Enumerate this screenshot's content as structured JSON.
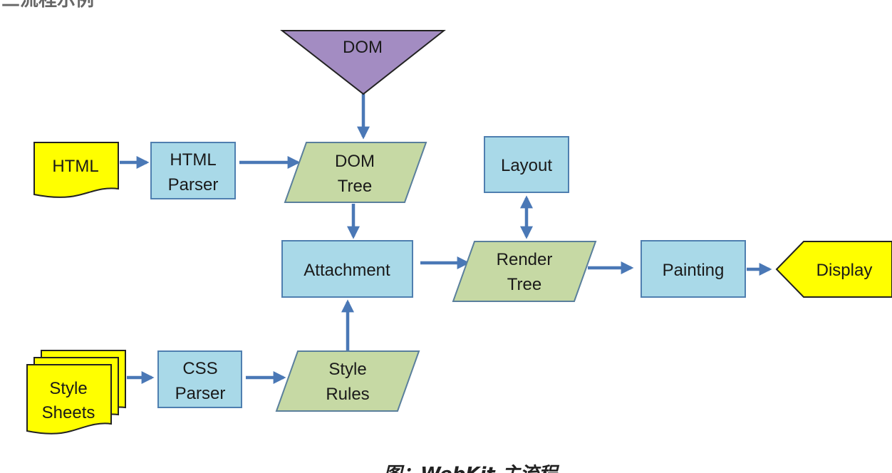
{
  "header": {
    "text": "三流程示例"
  },
  "nodes": {
    "dom": "DOM",
    "html": "HTML",
    "html_parser_1": "HTML",
    "html_parser_2": "Parser",
    "dom_tree_1": "DOM",
    "dom_tree_2": "Tree",
    "layout": "Layout",
    "attachment": "Attachment",
    "render_tree_1": "Render",
    "render_tree_2": "Tree",
    "painting": "Painting",
    "display": "Display",
    "style_sheets_1": "Style",
    "style_sheets_2": "Sheets",
    "css_parser_1": "CSS",
    "css_parser_2": "Parser",
    "style_rules_1": "Style",
    "style_rules_2": "Rules"
  },
  "caption": {
    "text": "图：WebKit 主流程"
  },
  "colors": {
    "process_fill": "#a9d9e8",
    "process_stroke": "#4f7fb0",
    "data_fill": "#c6d9a4",
    "data_stroke": "#5a7f9c",
    "document_fill": "#ffff00",
    "document_stroke": "#222222",
    "dom_fill": "#a38cc2",
    "dom_stroke": "#222222",
    "arrow": "#4a78b6"
  }
}
